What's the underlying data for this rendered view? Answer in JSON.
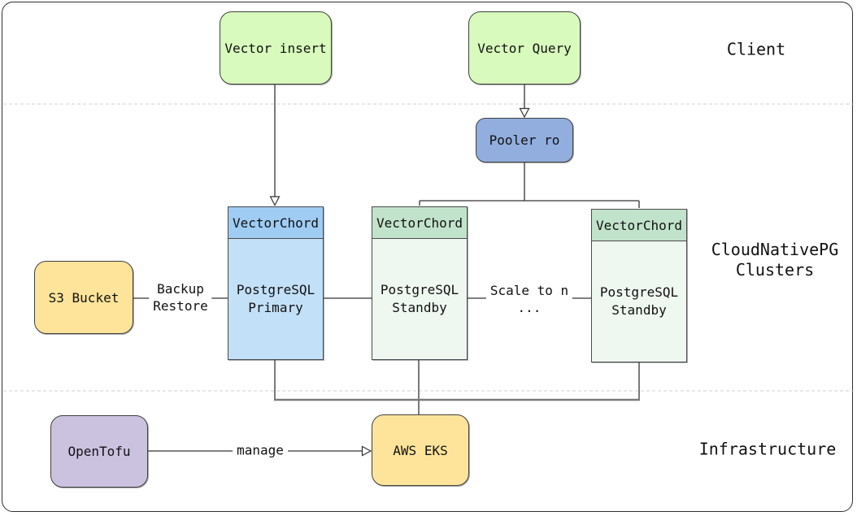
{
  "sections": {
    "client": {
      "label": "Client"
    },
    "clusters": {
      "line1": "CloudNativePG",
      "line2": "Clusters"
    },
    "infrastructure": {
      "label": "Infrastructure"
    }
  },
  "nodes": {
    "vector_insert": {
      "label": "Vector insert"
    },
    "vector_query": {
      "label": "Vector Query"
    },
    "pooler_ro": {
      "label": "Pooler ro"
    },
    "primary": {
      "header": "VectorChord",
      "line1": "PostgreSQL",
      "line2": "Primary"
    },
    "standby1": {
      "header": "VectorChord",
      "line1": "PostgreSQL",
      "line2": "Standby"
    },
    "standby2": {
      "header": "VectorChord",
      "line1": "PostgreSQL",
      "line2": "Standby"
    },
    "s3_bucket": {
      "label": "S3 Bucket"
    },
    "opentofu": {
      "label": "OpenTofu"
    },
    "aws_eks": {
      "label": "AWS EKS"
    }
  },
  "edges": {
    "backup_restore": {
      "line1": "Backup",
      "line2": "Restore"
    },
    "scale": {
      "line1": "Scale to n",
      "line2": "..."
    },
    "manage": {
      "label": "manage"
    }
  },
  "colors": {
    "client_node_fill": "#d8fabc",
    "pooler_fill": "#92aede",
    "primary_header_fill": "#9fccf3",
    "primary_body_fill": "#c2e0f8",
    "standby_header_fill": "#c2e3cb",
    "standby_body_fill": "#eef8f0",
    "storage_fill": "#fde49a",
    "opentofu_fill": "#cbc2e0",
    "wire_stroke": "#333333",
    "merge_wire_stroke": "#7a7a7a",
    "divider_stroke": "#d0d0d0",
    "frame_stroke": "#2e2e2e"
  }
}
